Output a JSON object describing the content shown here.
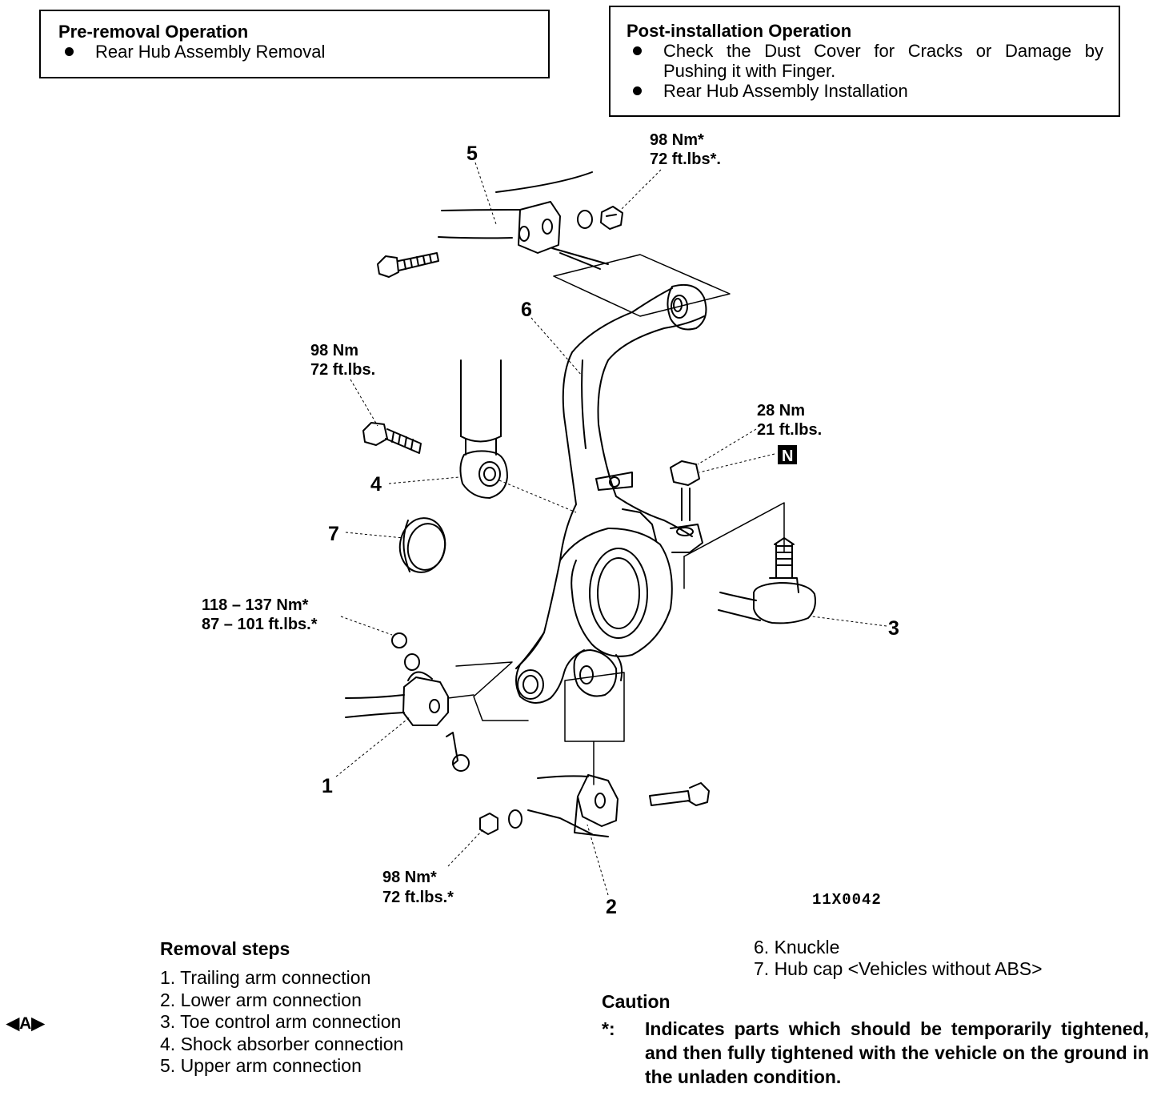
{
  "pre_removal": {
    "title": "Pre-removal Operation",
    "items": [
      "Rear Hub Assembly Removal"
    ]
  },
  "post_installation": {
    "title": "Post-installation Operation",
    "items": [
      "Check the Dust Cover for Cracks or Damage by Pushing it with Finger.",
      "Rear Hub Assembly Installation"
    ]
  },
  "diagram": {
    "callouts": [
      "1",
      "2",
      "3",
      "4",
      "5",
      "6",
      "7"
    ],
    "torque_upper_arm": [
      "98 Nm*",
      "72 ft.lbs*."
    ],
    "torque_shock": [
      "98 Nm",
      "72 ft.lbs."
    ],
    "torque_toe": [
      "28 Nm",
      "21 ft.lbs."
    ],
    "torque_trailing": [
      "118 – 137 Nm*",
      "87 – 101 ft.lbs.*"
    ],
    "torque_lower_arm": [
      "98 Nm*",
      "72 ft.lbs.*"
    ],
    "n_mark": "N",
    "figure_code": "11X0042"
  },
  "removal": {
    "heading": "Removal steps",
    "steps": [
      "1. Trailing arm connection",
      "2. Lower arm connection",
      "3. Toe control arm connection",
      "4. Shock absorber connection",
      "5. Upper arm connection"
    ],
    "steps_right": [
      "6. Knuckle",
      "7. Hub cap <Vehicles without ABS>"
    ],
    "nav_mark": "◀A▶"
  },
  "caution": {
    "heading": "Caution",
    "mark": "*:",
    "text": "Indicates parts which should be temporarily tightened, and then fully tightened with the vehicle on the ground in the unladen condition."
  }
}
